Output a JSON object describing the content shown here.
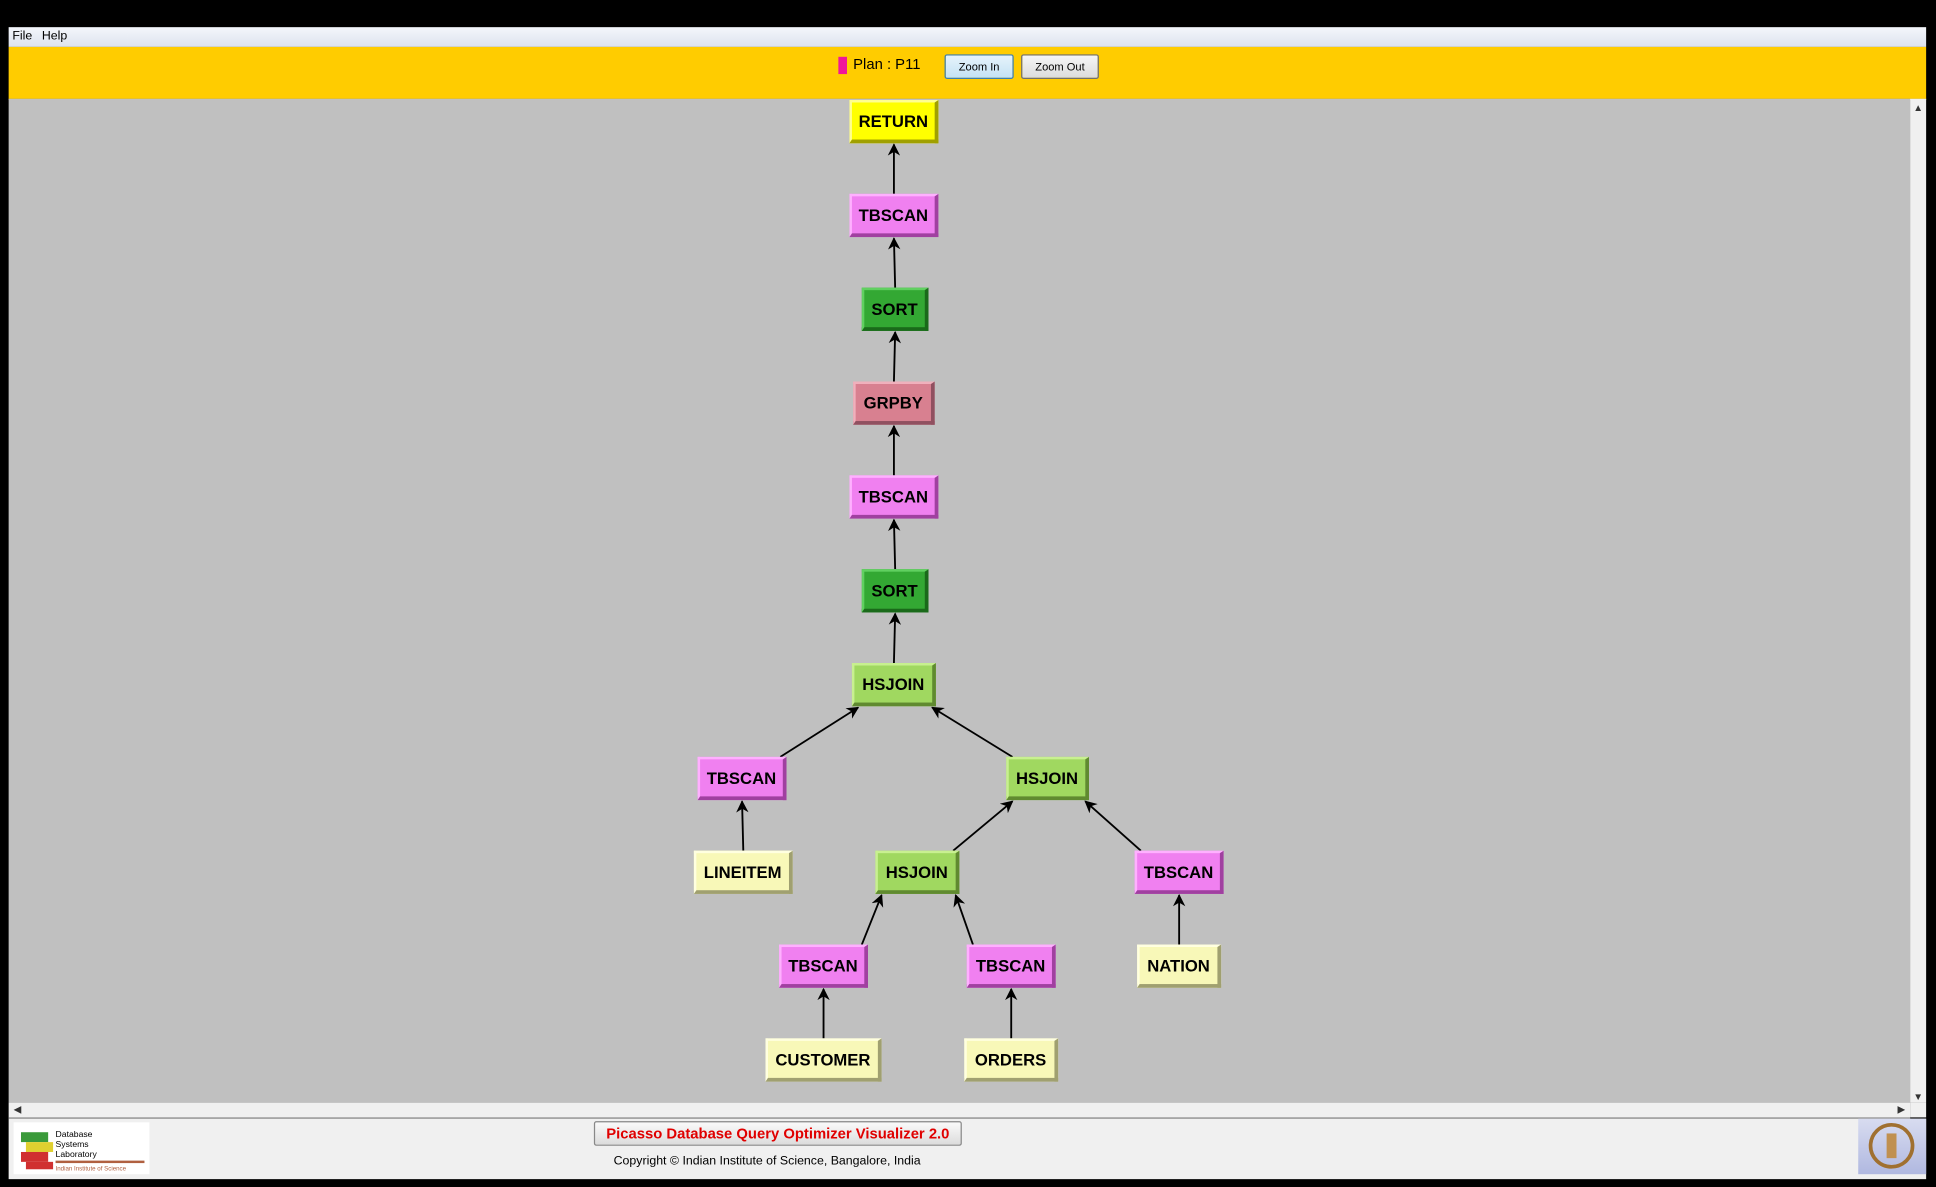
{
  "menu": {
    "file": "File",
    "help": "Help"
  },
  "toolbar": {
    "plan_label": "Plan : P11",
    "plan_color": "#F0169A",
    "zoom_in": "Zoom In",
    "zoom_out": "Zoom Out"
  },
  "plan_tree": {
    "nodes": [
      {
        "id": "n1",
        "label": "RETURN",
        "type": "return"
      },
      {
        "id": "n2",
        "label": "TBSCAN",
        "type": "tbscan"
      },
      {
        "id": "n3",
        "label": "SORT",
        "type": "sort"
      },
      {
        "id": "n4",
        "label": "GRPBY",
        "type": "grpby"
      },
      {
        "id": "n5",
        "label": "TBSCAN",
        "type": "tbscan"
      },
      {
        "id": "n6",
        "label": "SORT",
        "type": "sort"
      },
      {
        "id": "n7",
        "label": "HSJOIN",
        "type": "hsjoin"
      },
      {
        "id": "n8",
        "label": "TBSCAN",
        "type": "tbscan"
      },
      {
        "id": "n9",
        "label": "HSJOIN",
        "type": "hsjoin"
      },
      {
        "id": "n10",
        "label": "LINEITEM",
        "type": "leaf"
      },
      {
        "id": "n11",
        "label": "HSJOIN",
        "type": "hsjoin"
      },
      {
        "id": "n12",
        "label": "TBSCAN",
        "type": "tbscan"
      },
      {
        "id": "n13",
        "label": "TBSCAN",
        "type": "tbscan"
      },
      {
        "id": "n14",
        "label": "TBSCAN",
        "type": "tbscan"
      },
      {
        "id": "n15",
        "label": "NATION",
        "type": "leaf"
      },
      {
        "id": "n16",
        "label": "CUSTOMER",
        "type": "leaf"
      },
      {
        "id": "n17",
        "label": "ORDERS",
        "type": "leaf"
      }
    ],
    "edges": [
      [
        "n2",
        "n1"
      ],
      [
        "n3",
        "n2"
      ],
      [
        "n4",
        "n3"
      ],
      [
        "n5",
        "n4"
      ],
      [
        "n6",
        "n5"
      ],
      [
        "n7",
        "n6"
      ],
      [
        "n8",
        "n7"
      ],
      [
        "n9",
        "n7"
      ],
      [
        "n10",
        "n8"
      ],
      [
        "n11",
        "n9"
      ],
      [
        "n12",
        "n9"
      ],
      [
        "n13",
        "n11"
      ],
      [
        "n14",
        "n11"
      ],
      [
        "n15",
        "n12"
      ],
      [
        "n16",
        "n13"
      ],
      [
        "n17",
        "n14"
      ]
    ]
  },
  "footer": {
    "title": "Picasso Database Query Optimizer Visualizer 2.0",
    "copyright": "Copyright © Indian Institute of Science, Bangalore, India",
    "logo_text": "Database Systems Laboratory Indian Institute of Science"
  }
}
